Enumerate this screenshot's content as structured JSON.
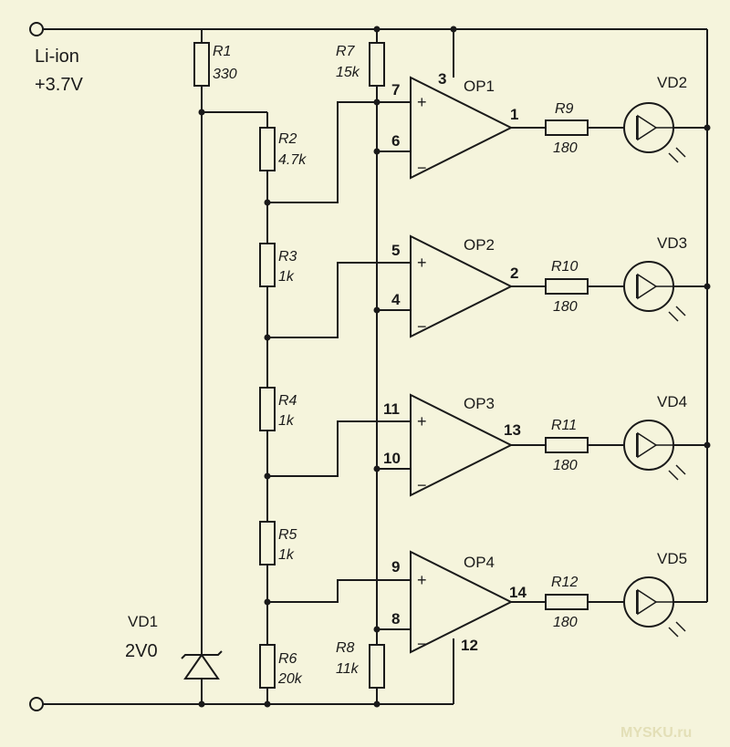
{
  "battery": {
    "name": "Li-ion",
    "voltage": "+3.7V"
  },
  "zener": {
    "name": "VD1",
    "value": "2V0"
  },
  "resistors": [
    {
      "name": "R1",
      "value": "330"
    },
    {
      "name": "R2",
      "value": "4.7k"
    },
    {
      "name": "R3",
      "value": "1k"
    },
    {
      "name": "R4",
      "value": "1k"
    },
    {
      "name": "R5",
      "value": "1k"
    },
    {
      "name": "R6",
      "value": "20k"
    },
    {
      "name": "R7",
      "value": "15k"
    },
    {
      "name": "R8",
      "value": "11k"
    },
    {
      "name": "R9",
      "value": "180"
    },
    {
      "name": "R10",
      "value": "180"
    },
    {
      "name": "R11",
      "value": "180"
    },
    {
      "name": "R12",
      "value": "180"
    }
  ],
  "opamps": [
    {
      "name": "OP1",
      "plus": "7",
      "minus": "6",
      "out": "1",
      "pwr": "3"
    },
    {
      "name": "OP2",
      "plus": "5",
      "minus": "4",
      "out": "2"
    },
    {
      "name": "OP3",
      "plus": "11",
      "minus": "10",
      "out": "13"
    },
    {
      "name": "OP4",
      "plus": "9",
      "minus": "8",
      "out": "14",
      "gnd": "12"
    }
  ],
  "signs": {
    "plus": "+",
    "minus": "−"
  },
  "leds": [
    "VD2",
    "VD3",
    "VD4",
    "VD5"
  ],
  "watermark": "MYSKU.ru"
}
